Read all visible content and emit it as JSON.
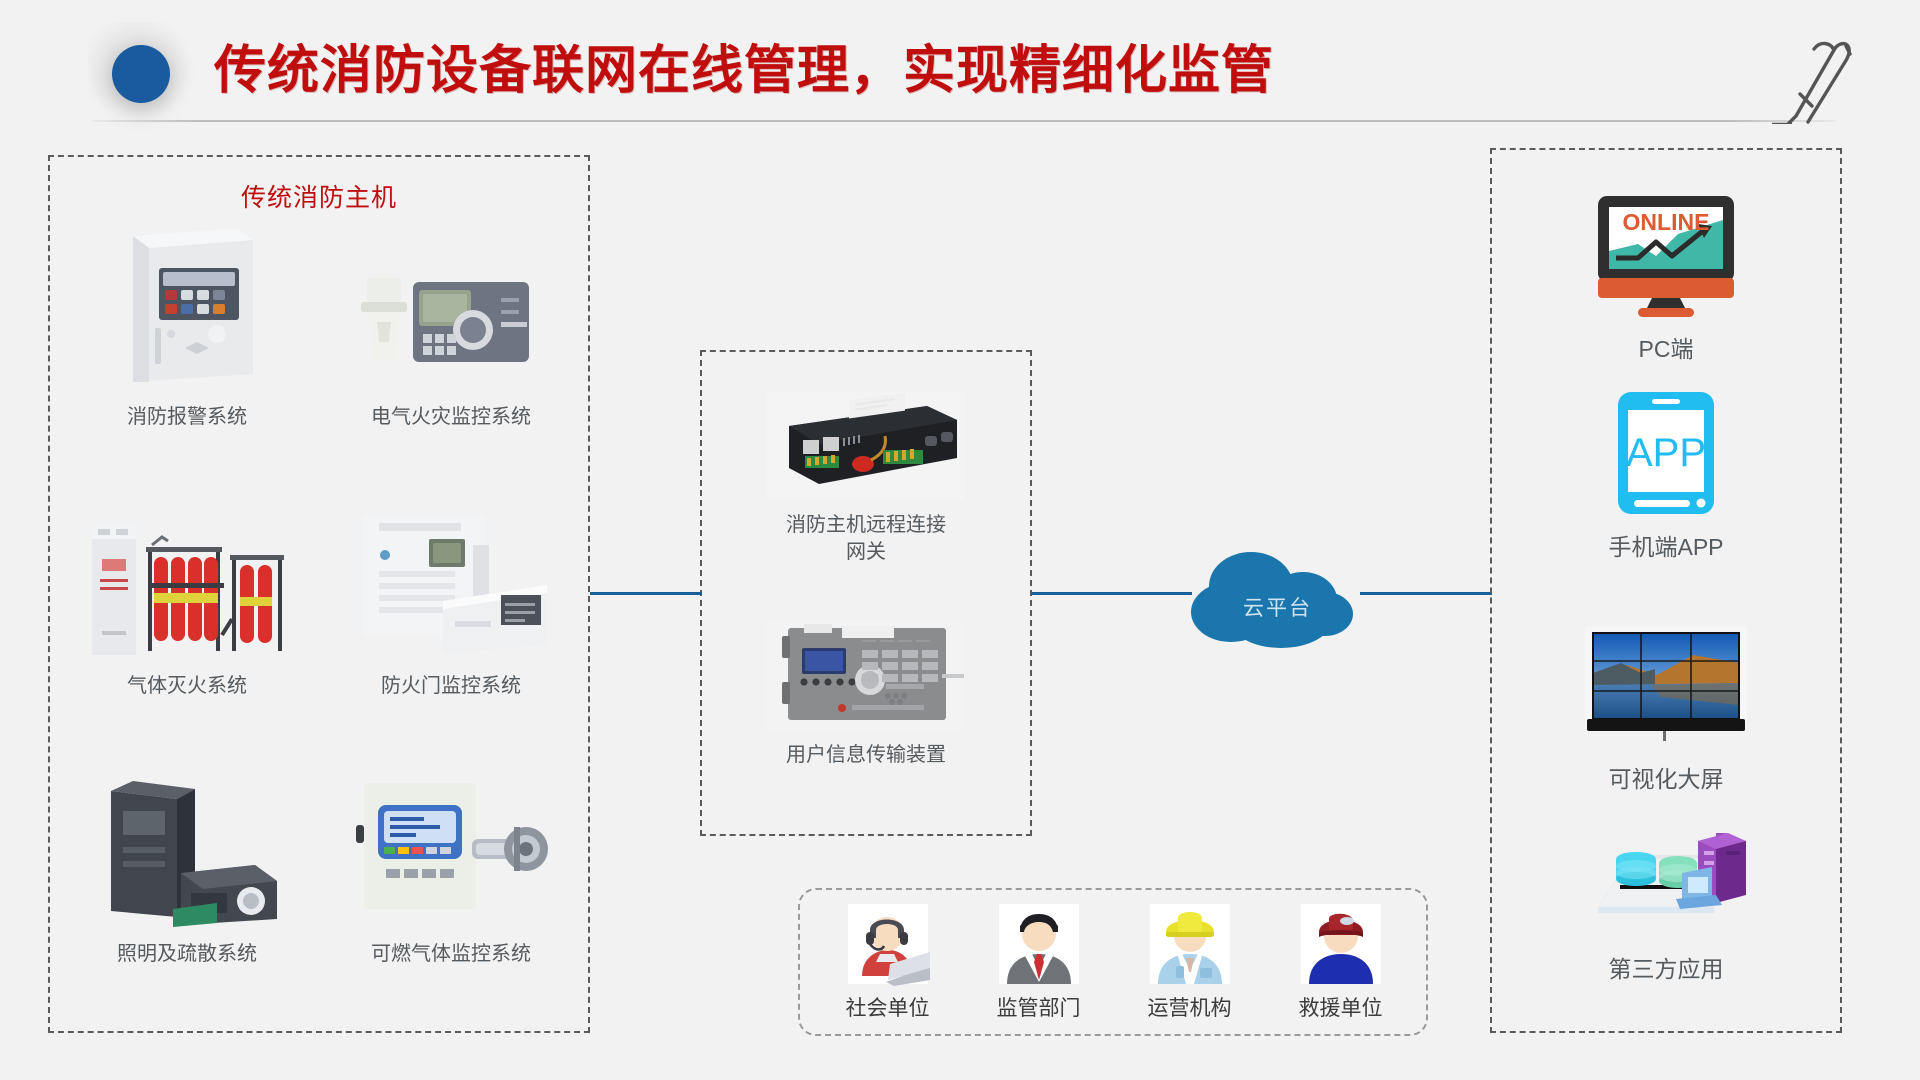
{
  "header": {
    "title": "传统消防设备联网在线管理，实现精细化监管",
    "dot_icon": "blue-dot-icon",
    "pen_icon": "pen-icon",
    "accent_red": "#c00d0d",
    "accent_blue": "#1a5ba0"
  },
  "left_panel": {
    "title": "传统消防主机",
    "devices": [
      {
        "label": "消防报警系统",
        "icon": "fire-alarm-panel-icon"
      },
      {
        "label": "电气火灾监控系统",
        "icon": "electrical-fire-monitor-icon"
      },
      {
        "label": "气体灭火系统",
        "icon": "gas-extinguishing-icon"
      },
      {
        "label": "防火门监控系统",
        "icon": "fire-door-monitor-icon"
      },
      {
        "label": "照明及疏散系统",
        "icon": "emergency-lighting-icon"
      },
      {
        "label": "可燃气体监控系统",
        "icon": "combustible-gas-monitor-icon"
      }
    ]
  },
  "mid_panel": {
    "items": [
      {
        "label": "消防主机远程连接\n网关",
        "label_line1": "消防主机远程连接",
        "label_line2": "网关",
        "icon": "gateway-device-icon"
      },
      {
        "label": "用户信息传输装置",
        "icon": "user-info-transmission-device-icon"
      }
    ]
  },
  "cloud": {
    "label": "云平台",
    "color": "#1a76ad",
    "icon": "cloud-icon"
  },
  "connectors": {
    "color": "#1a5f96",
    "left_to_mid": "connector-line",
    "mid_to_cloud": "connector-line",
    "cloud_to_right": "connector-line"
  },
  "right_panel": {
    "items": [
      {
        "label": "PC端",
        "icon": "desktop-monitor-icon",
        "screen_text": "ONLINE"
      },
      {
        "label": "手机端APP",
        "icon": "tablet-app-icon",
        "screen_text": "APP"
      },
      {
        "label": "可视化大屏",
        "icon": "video-wall-icon"
      },
      {
        "label": "第三方应用",
        "icon": "third-party-server-icon"
      }
    ]
  },
  "roles_panel": {
    "roles": [
      {
        "label": "社会单位",
        "icon": "operator-headset-icon"
      },
      {
        "label": "监管部门",
        "icon": "businessman-icon"
      },
      {
        "label": "运营机构",
        "icon": "engineer-helmet-icon"
      },
      {
        "label": "救援单位",
        "icon": "rescue-worker-icon"
      }
    ]
  }
}
